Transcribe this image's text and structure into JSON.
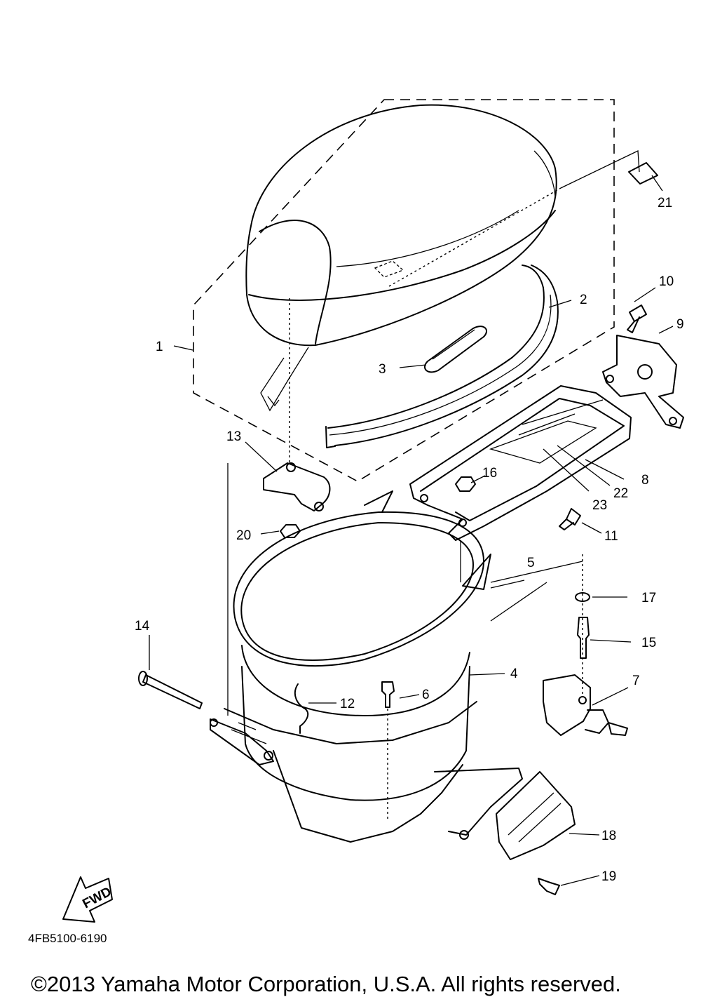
{
  "diagram": {
    "code": "4FB5100-6190",
    "copyright": "©2013 Yamaha Motor Corporation, U.S.A. All rights reserved.",
    "direction_label": "FWD",
    "callouts": [
      "1",
      "2",
      "3",
      "4",
      "5",
      "6",
      "7",
      "8",
      "9",
      "10",
      "11",
      "12",
      "13",
      "14",
      "15",
      "16",
      "17",
      "18",
      "19",
      "20",
      "21",
      "22",
      "23"
    ]
  }
}
